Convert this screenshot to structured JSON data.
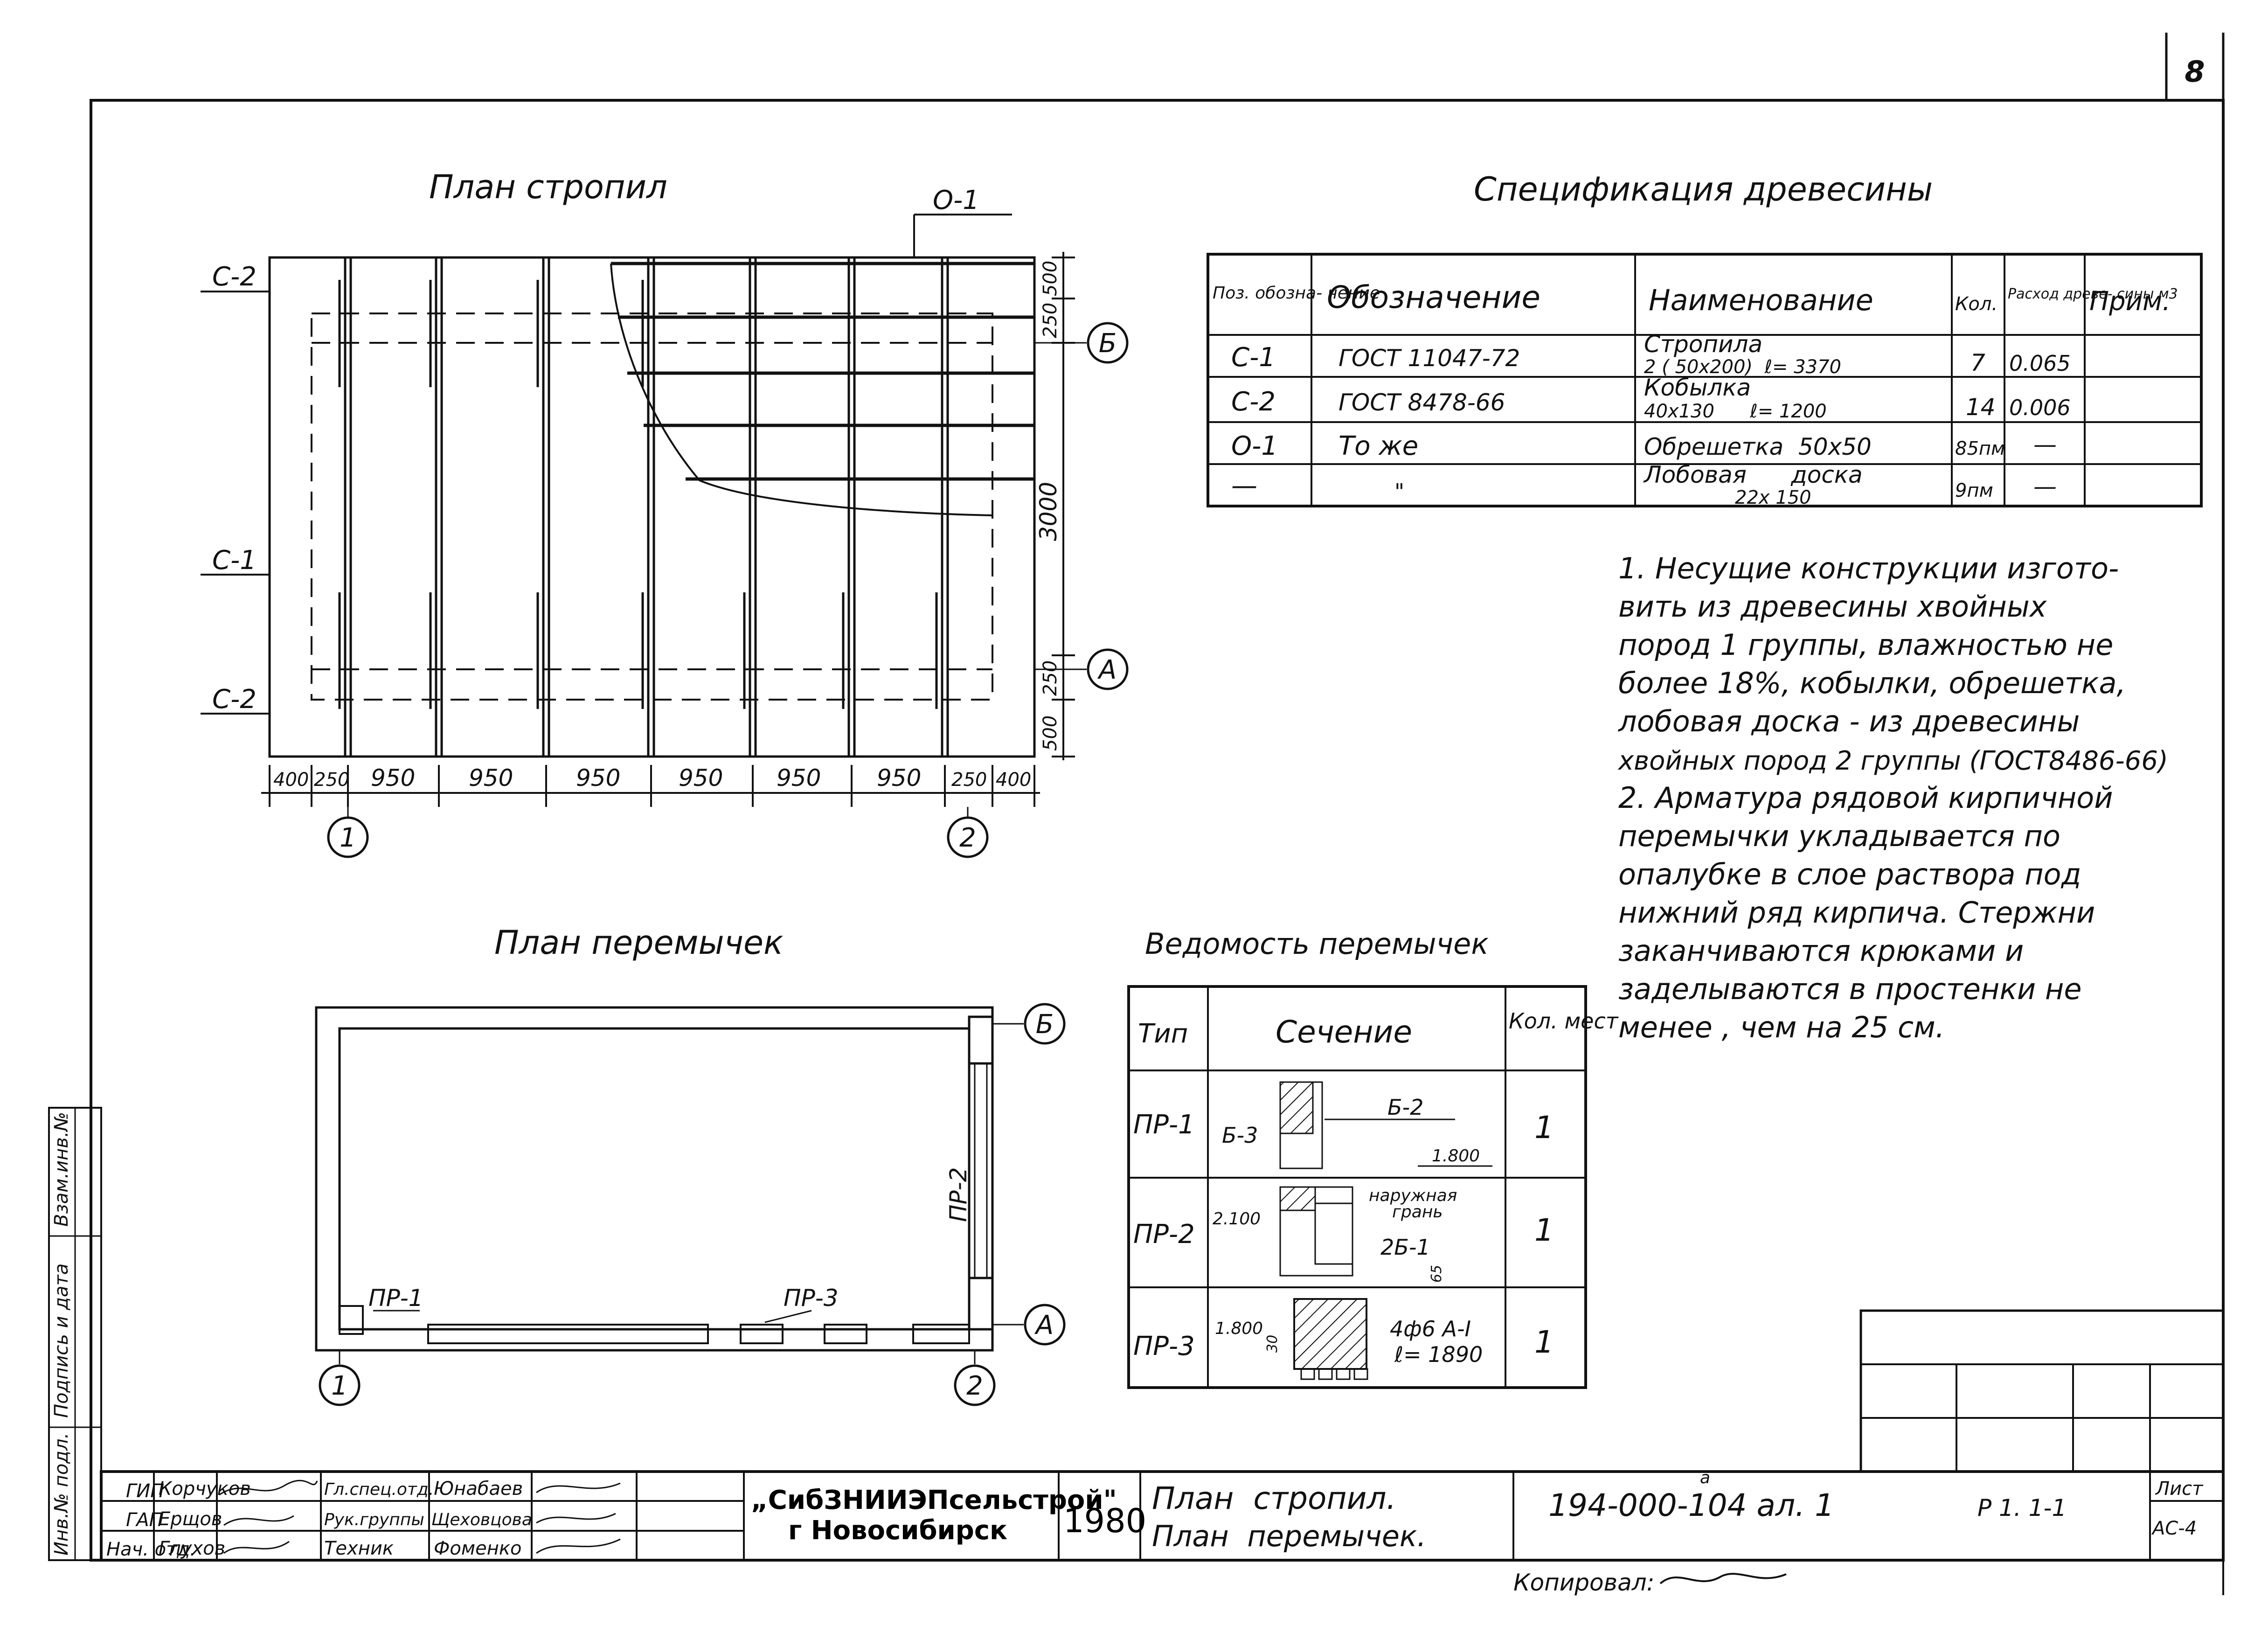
{
  "sheet": {
    "number": "8"
  },
  "rafter_plan": {
    "title": "План стропил",
    "label_o1": "О-1",
    "label_c1": "С-1",
    "label_c2_top": "С-2",
    "label_c2_bottom": "С-2",
    "axis_b": "Б",
    "axis_a": "А",
    "axis_1": "1",
    "axis_2": "2",
    "dims_bottom": [
      "400",
      "250",
      "950",
      "950",
      "950",
      "950",
      "950",
      "950",
      "250",
      "400"
    ],
    "dims_right": [
      "500",
      "250",
      "3000",
      "250",
      "500"
    ]
  },
  "spec": {
    "title": "Спецификация древесины",
    "headers": [
      "Поз. обозна- чение",
      "Обозначение",
      "Наименование",
      "Кол.",
      "Расход древе- сины м3",
      "Прим."
    ],
    "rows": [
      {
        "pos": "С-1",
        "designation": "ГОСТ 11047-72",
        "name_1": "Стропила",
        "name_2": "2 ( 50х200)  ℓ= 3370",
        "qty": "7",
        "use": "0.065",
        "note": ""
      },
      {
        "pos": "С-2",
        "designation": "ГОСТ 8478-66",
        "name_1": "Кобылка",
        "name_2": "40х130      ℓ= 1200",
        "qty": "14",
        "use": "0.006",
        "note": ""
      },
      {
        "pos": "О-1",
        "designation": "То же",
        "name_1": "Обрешетка  50х50",
        "name_2": "",
        "qty": "85пм",
        "use": "—",
        "note": ""
      },
      {
        "pos": "—",
        "designation": "\"",
        "name_1": "Лобовая      доска",
        "name_2": "22х 150",
        "qty": "9пм",
        "use": "—",
        "note": ""
      }
    ]
  },
  "notes": [
    "1. Несущие конструкции изгото-",
    "вить из древесины хвойных",
    "пород 1 группы, влажностью не",
    "более 18%, кобылки, обрешетка,",
    "лобовая доска - из древесины",
    "хвойных пород 2 группы (ГОСТ8486-66)",
    "2. Арматура рядовой кирпичной",
    "перемычки укладывается по",
    "опалубке в слое раствора под",
    "нижний ряд кирпича. Стержни",
    "заканчиваются крюками и",
    "заделываются в простенки не",
    "менее , чем на 25 см."
  ],
  "lintel_plan": {
    "title": "План перемычек",
    "pr1": "ПР-1",
    "pr2": "ПР-2",
    "pr3": "ПР-3",
    "axis_b": "Б",
    "axis_a": "А",
    "axis_1": "1",
    "axis_2": "2"
  },
  "lintel_schedule": {
    "title": "Ведомость перемычек",
    "headers": [
      "Тип",
      "Сечение",
      "Кол. мест"
    ],
    "rows": [
      {
        "type": "ПР-1",
        "qty": "1",
        "labels": [
          "Б-3",
          "Б-2",
          "1.800"
        ]
      },
      {
        "type": "ПР-2",
        "qty": "1",
        "labels": [
          "2.100",
          "наружная",
          "грань",
          "2Б-1",
          "65"
        ]
      },
      {
        "type": "ПР-3",
        "qty": "1",
        "labels": [
          "1.800",
          "30",
          "4ф6 А-I",
          "ℓ= 1890"
        ]
      }
    ]
  },
  "side_stamp": [
    "Инв.№ подл.",
    "Подпись и дата",
    "Взам.инв.№"
  ],
  "title_block": {
    "roles": [
      "ГИП",
      "ГАП",
      "Нач. отд."
    ],
    "names_1": [
      "Корчуков",
      "Ерщов",
      "Глухов"
    ],
    "roles_2": [
      "Гл.спец.отд.",
      "Рук.группы",
      "Техник"
    ],
    "names_2": [
      "Юнабаев",
      "Щеховцова",
      "Фоменко"
    ],
    "org_1": "„СибЗНИИЭПсельстрой\"",
    "org_2": "г Новосибирск",
    "year": "1980",
    "drawing_1": "План  стропил.",
    "drawing_2": "План  перемычек.",
    "code": "194-000-104 ал. 1",
    "code_sup": "а",
    "sheet_ref": "Р 1. 1-1",
    "list_label": "Лист",
    "list_value": "АС-4",
    "copied": "Копировал:"
  }
}
